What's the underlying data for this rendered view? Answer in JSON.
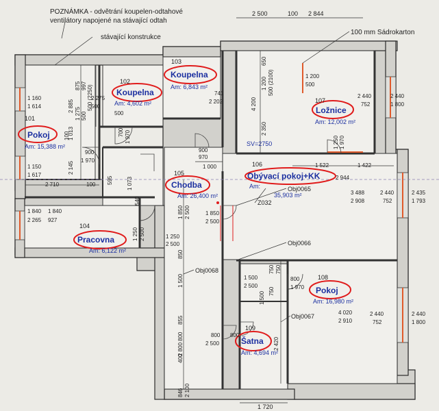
{
  "note": {
    "line1": "POZNÁMKA - odvětrání koupelen-odtahové",
    "line2": "ventilátory napojené na stávající odtah"
  },
  "labels": {
    "existing_construction": "stávající konstrukce",
    "plasterboard": "100 mm Sádrokarton",
    "sv": "SV=2750"
  },
  "objects": {
    "obj0065": "Obj0065",
    "obj0066": "Obj0066",
    "obj0067": "Obj0067",
    "obj0068": "Obj0068",
    "z032": "Z032"
  },
  "rooms": {
    "r101": {
      "num": "101",
      "name": "Pokoj",
      "area": "Am: 15,388 m²"
    },
    "r102": {
      "num": "102",
      "name": "Koupelna",
      "area": "Am: 4,602 m²"
    },
    "r103": {
      "num": "103",
      "name": "Koupelna",
      "area": "Am: 6,843 m²"
    },
    "r104": {
      "num": "104",
      "name": "Pracovna",
      "area": "Am: 6,122 m²"
    },
    "r105": {
      "num": "105",
      "name": "Chodba",
      "area": "Am: 26,400 m²"
    },
    "r106": {
      "num": "106",
      "name": "Obývací pokoj+KK",
      "area_label": "Am:",
      "area_value": "35,903 m²"
    },
    "r107": {
      "num": "107",
      "name": "Ložnice",
      "area": "Am: 12,002 m²"
    },
    "r108": {
      "num": "108",
      "name": "Pokoj",
      "area": "Am: 16,980 m²"
    },
    "r109": {
      "num": "109",
      "name": "Šatna",
      "area": "Am: 4,694 m²"
    }
  },
  "dims": {
    "top_2500": "2 500",
    "top_100": "100",
    "top_2844": "2 844",
    "bottom_1720": "1 720",
    "w1160": "1 160",
    "w1614": "1 614",
    "w1150": "1 150",
    "w1617": "1 617",
    "v2885": "2 885",
    "v1013": "1 013",
    "v875": "875",
    "v997": "997",
    "v1275": "1 275",
    "v500a": "500",
    "v500b": "500 (2250)",
    "v2275": "2 275",
    "v100": "100",
    "v500c": "500",
    "v900": "900",
    "v1970a": "1 970",
    "v700": "700",
    "v2145": "2 145",
    "h2710": "2 710",
    "h100": "100",
    "v595": "595",
    "v1073": "1 073",
    "v540": "540",
    "w741": "741",
    "w2202": "2 202",
    "v4200": "4 200",
    "v1200v": "1 200",
    "v500d": "500 (2100)",
    "v650": "650",
    "v2350": "2 350",
    "w1200": "1 200",
    "w500": "500",
    "d2440a": "2 440",
    "d752a": "752",
    "w2440a": "2 440",
    "w1800a": "1 800",
    "v1250a": "1 250",
    "v1970b": "1 970",
    "d900": "900",
    "d970": "970",
    "h1000": "1 000",
    "h1522": "1 522",
    "h1422": "1 422",
    "h2944": "2 944",
    "v1850": "1 850",
    "v2500": "2 500",
    "v1850b": "1 850",
    "v2500b": "2 500",
    "w1840a": "1 840",
    "w1840b": "1 840",
    "w2265": "2 265",
    "w927": "927",
    "v1250b": "1 250",
    "v2500c": "2 500",
    "v850": "850",
    "v1250c": "1 250",
    "v2500d": "2 500",
    "d3488": "3 488",
    "d2908": "2 908",
    "d2440b": "2 440",
    "d752b": "752",
    "w2435": "2 435",
    "w1793": "1 793",
    "v1500a": "1 500",
    "h1500": "1 500",
    "h2500": "2 500",
    "v750a": "750",
    "v750b": "750",
    "d800a": "800",
    "d1970c": "1 970",
    "v1500b": "1 500",
    "v750c": "750",
    "d4020": "4 020",
    "d2910": "2 910",
    "d2440c": "2 440",
    "d752c": "752",
    "w2440b": "2 440",
    "w1800b": "1 800",
    "v855": "855",
    "v2800": "2 800",
    "d800b": "800",
    "d2500": "2 500",
    "d800c": "800",
    "d2420": "2 420",
    "v400": "400",
    "v846": "846",
    "v2100": "2 100"
  }
}
